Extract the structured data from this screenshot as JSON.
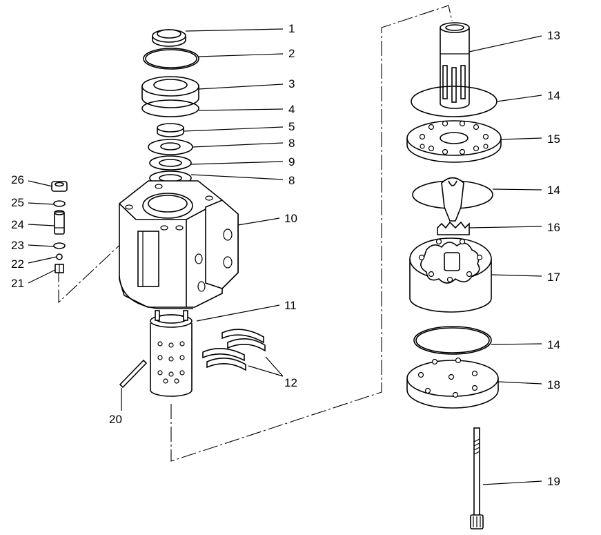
{
  "callouts": [
    {
      "id": "c1",
      "text": "1"
    },
    {
      "id": "c2",
      "text": "2"
    },
    {
      "id": "c3",
      "text": "3"
    },
    {
      "id": "c4",
      "text": "4"
    },
    {
      "id": "c5",
      "text": "5"
    },
    {
      "id": "c8a",
      "text": "8"
    },
    {
      "id": "c9",
      "text": "9"
    },
    {
      "id": "c8b",
      "text": "8"
    },
    {
      "id": "c10",
      "text": "10"
    },
    {
      "id": "c11",
      "text": "11"
    },
    {
      "id": "c12",
      "text": "12"
    },
    {
      "id": "c20",
      "text": "20"
    },
    {
      "id": "c26",
      "text": "26"
    },
    {
      "id": "c25",
      "text": "25"
    },
    {
      "id": "c24",
      "text": "24"
    },
    {
      "id": "c23",
      "text": "23"
    },
    {
      "id": "c22",
      "text": "22"
    },
    {
      "id": "c21",
      "text": "21"
    },
    {
      "id": "c13",
      "text": "13"
    },
    {
      "id": "c14a",
      "text": "14"
    },
    {
      "id": "c15",
      "text": "15"
    },
    {
      "id": "c14b",
      "text": "14"
    },
    {
      "id": "c16",
      "text": "16"
    },
    {
      "id": "c17",
      "text": "17"
    },
    {
      "id": "c14c",
      "text": "14"
    },
    {
      "id": "c18",
      "text": "18"
    },
    {
      "id": "c19",
      "text": "19"
    }
  ]
}
